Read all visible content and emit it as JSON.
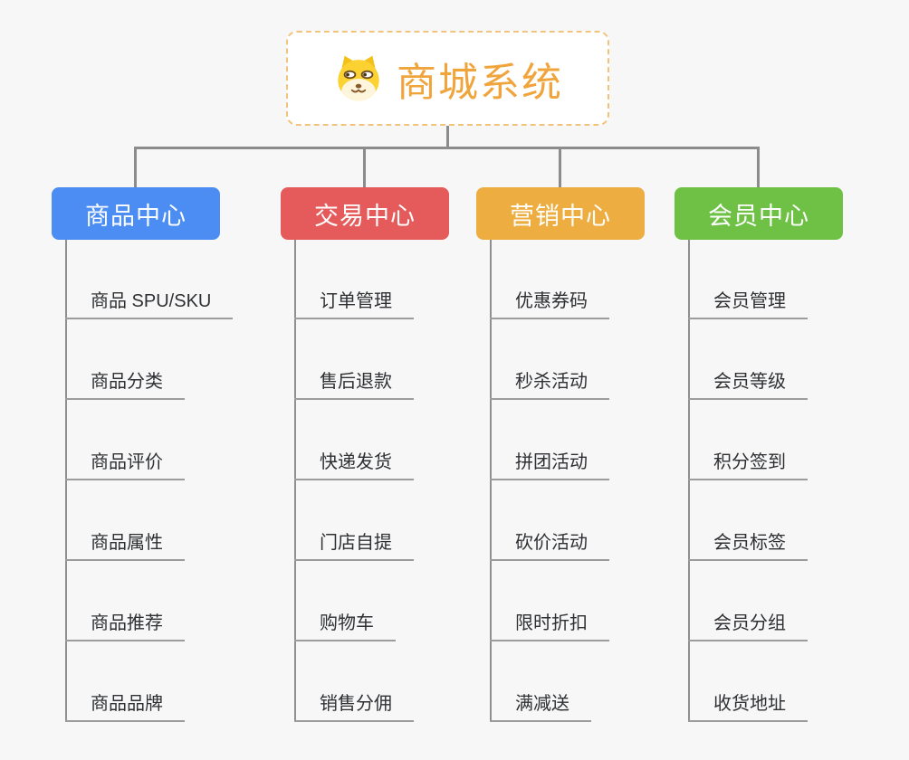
{
  "root": {
    "title": "商城系统",
    "icon": "dog-face-icon"
  },
  "branches": [
    {
      "label": "商品中心",
      "color": "#4b8df2",
      "children": [
        "商品 SPU/SKU",
        "商品分类",
        "商品评价",
        "商品属性",
        "商品推荐",
        "商品品牌"
      ]
    },
    {
      "label": "交易中心",
      "color": "#e55b5b",
      "children": [
        "订单管理",
        "售后退款",
        "快递发货",
        "门店自提",
        "购物车",
        "销售分佣"
      ]
    },
    {
      "label": "营销中心",
      "color": "#edad40",
      "children": [
        "优惠券码",
        "秒杀活动",
        "拼团活动",
        "砍价活动",
        "限时折扣",
        "满减送"
      ]
    },
    {
      "label": "会员中心",
      "color": "#6ec145",
      "children": [
        "会员管理",
        "会员等级",
        "积分签到",
        "会员标签",
        "会员分组",
        "收货地址"
      ]
    }
  ],
  "colors": {
    "background": "#f7f7f7",
    "root_title": "#f0a43c",
    "root_border": "#f2c37c",
    "connector": "#8c8c8c",
    "child_underline": "#9c9c9c",
    "child_text": "#2e3033"
  }
}
